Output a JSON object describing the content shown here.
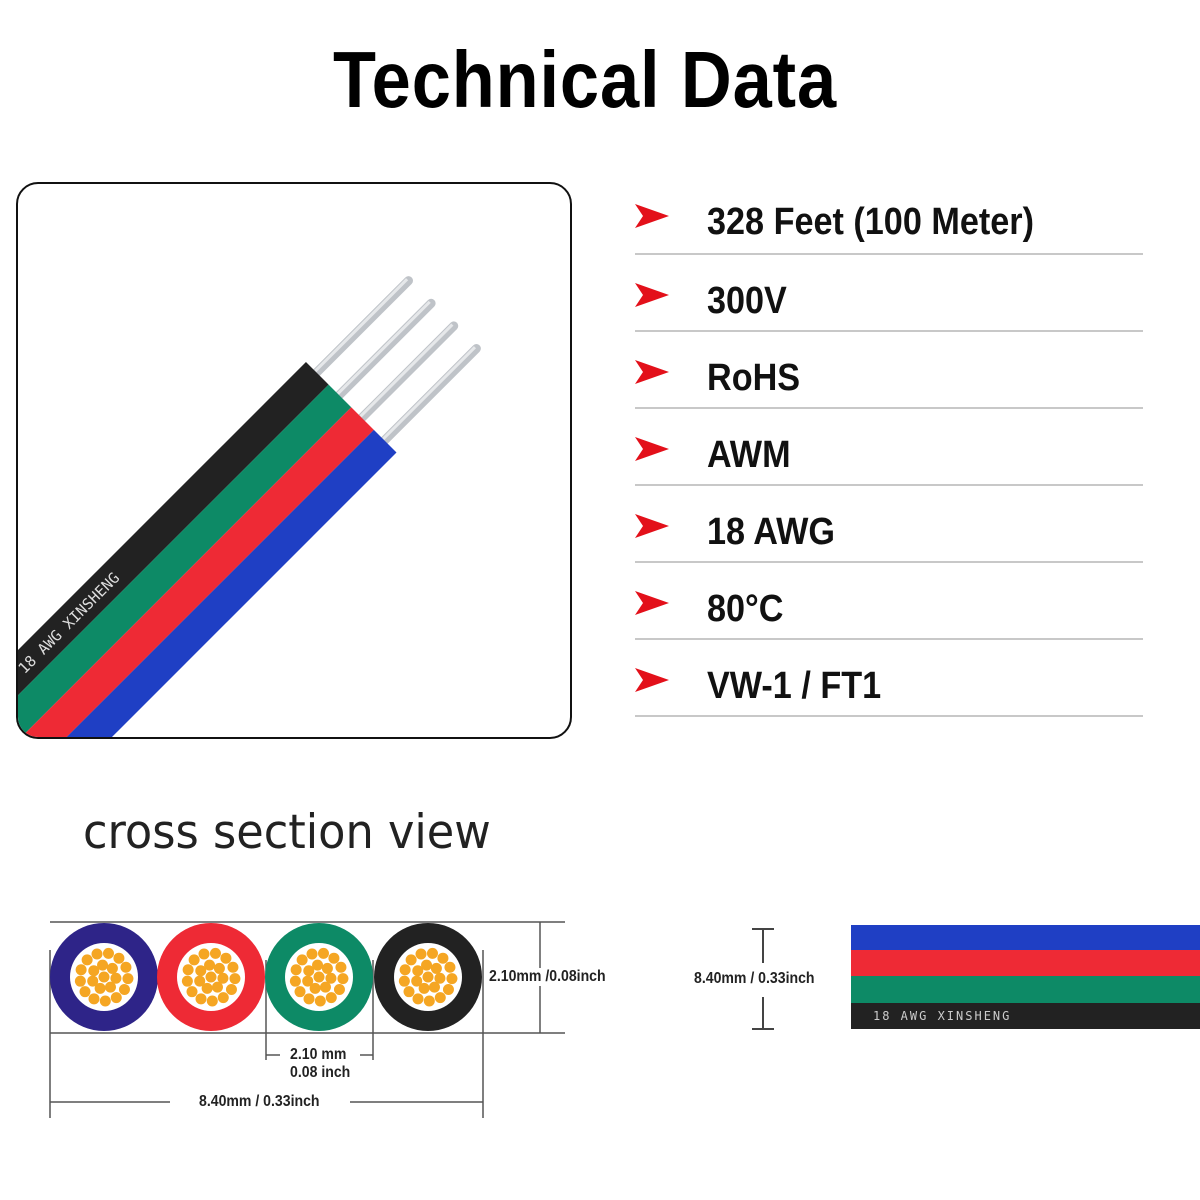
{
  "title": "Technical Data",
  "specs": [
    {
      "label": "328 Feet (100 Meter)"
    },
    {
      "label": "300V"
    },
    {
      "label": "RoHS"
    },
    {
      "label": "AWM"
    },
    {
      "label": "18 AWG"
    },
    {
      "label": "80°C"
    },
    {
      "label": "VW-1 / FT1"
    }
  ],
  "bullet_icon": "red-arrowhead",
  "colors": {
    "arrow": "#e3101a",
    "blue": "#1f3fc4",
    "red": "#ee2a35",
    "green": "#0d8a66",
    "black": "#222222",
    "copper": "#f5a623",
    "navy": "#2e2488"
  },
  "wire_print": "18 AWG  XINSHENG",
  "cross_section": {
    "title": "cross section view",
    "height_label": "2.10mm /0.08inch",
    "wire_width_label_mm": "2.10 mm",
    "wire_width_label_in": "0.08 inch",
    "total_width_label": "8.40mm / 0.33inch"
  },
  "side_view": {
    "width_label": "8.40mm / 0.33inch"
  }
}
